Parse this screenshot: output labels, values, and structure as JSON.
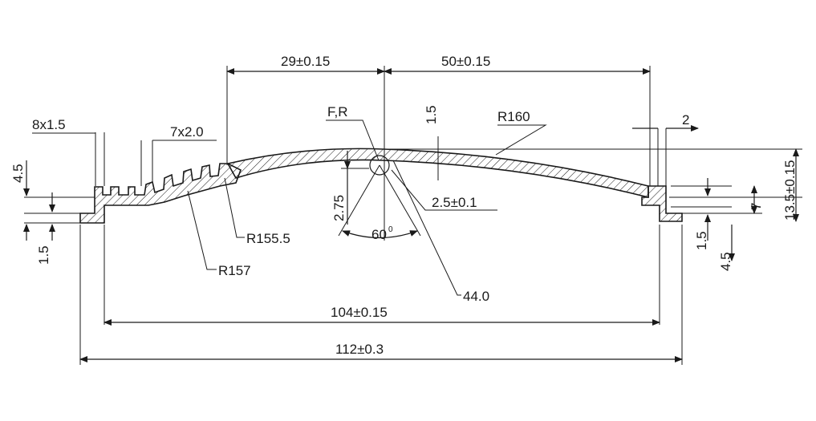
{
  "dimensions": {
    "d_29": "29±0.15",
    "d_50": "50±0.15",
    "d_8x15": "8x1.5",
    "d_7x20": "7x2.0",
    "d_fr": "F,R",
    "d_r160": "R160",
    "d_2": "2",
    "d_15_top": "1.5",
    "d_135": "13.5±0.15",
    "d_45_left": "4.5",
    "d_275": "2.75",
    "d_25": "2.5±0.1",
    "d_7": "7",
    "d_60": "60",
    "d_60_unit": "0",
    "d_r1555": "R155.5",
    "d_15_left": "1.5",
    "d_15_right": "1.5",
    "d_45_right": "4.5",
    "d_r157": "R157",
    "d_44": "44.0",
    "d_104": "104±0.15",
    "d_112": "112±0.3"
  }
}
